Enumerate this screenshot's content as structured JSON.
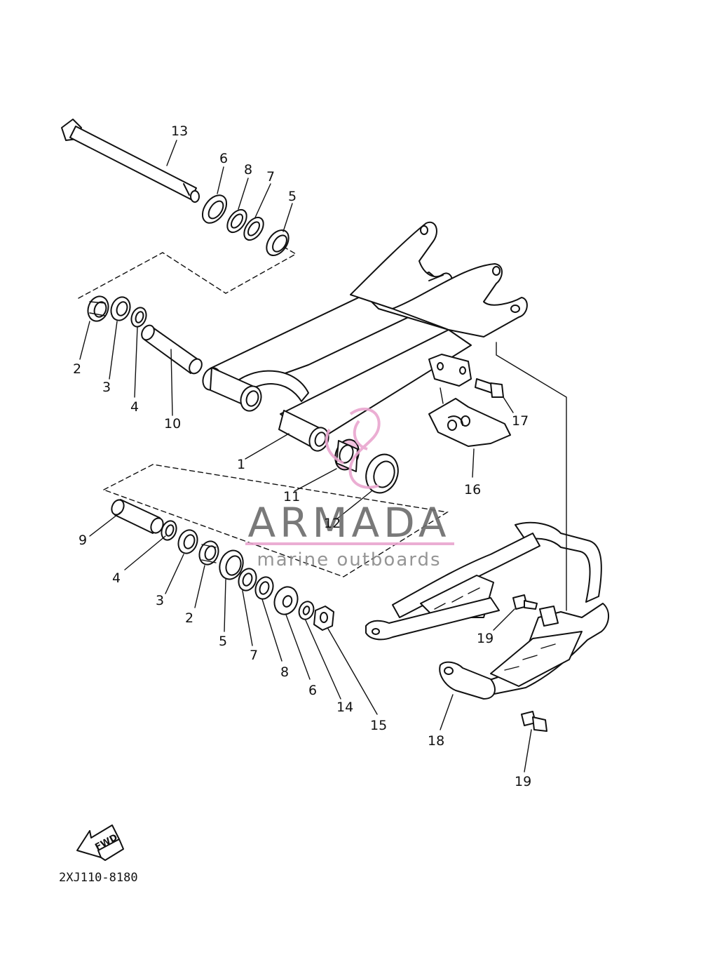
{
  "diagram": {
    "callouts": {
      "c1": "1",
      "c2a": "2",
      "c2b": "2",
      "c3a": "3",
      "c3b": "3",
      "c4a": "4",
      "c4b": "4",
      "c5a": "5",
      "c5b": "5",
      "c6a": "6",
      "c6b": "6",
      "c7a": "7",
      "c7b": "7",
      "c8a": "8",
      "c8b": "8",
      "c9": "9",
      "c10": "10",
      "c11": "11",
      "c12": "12",
      "c13": "13",
      "c14": "14",
      "c15": "15",
      "c16": "16",
      "c17": "17",
      "c18": "18",
      "c19a": "19",
      "c19b": "19"
    },
    "fwd_label": "FWD",
    "diagram_code": "2XJ110-8180"
  },
  "watermark": {
    "brand": "ARMADA",
    "tagline": "marine outboards",
    "accent_color": "#e9a6cf"
  }
}
